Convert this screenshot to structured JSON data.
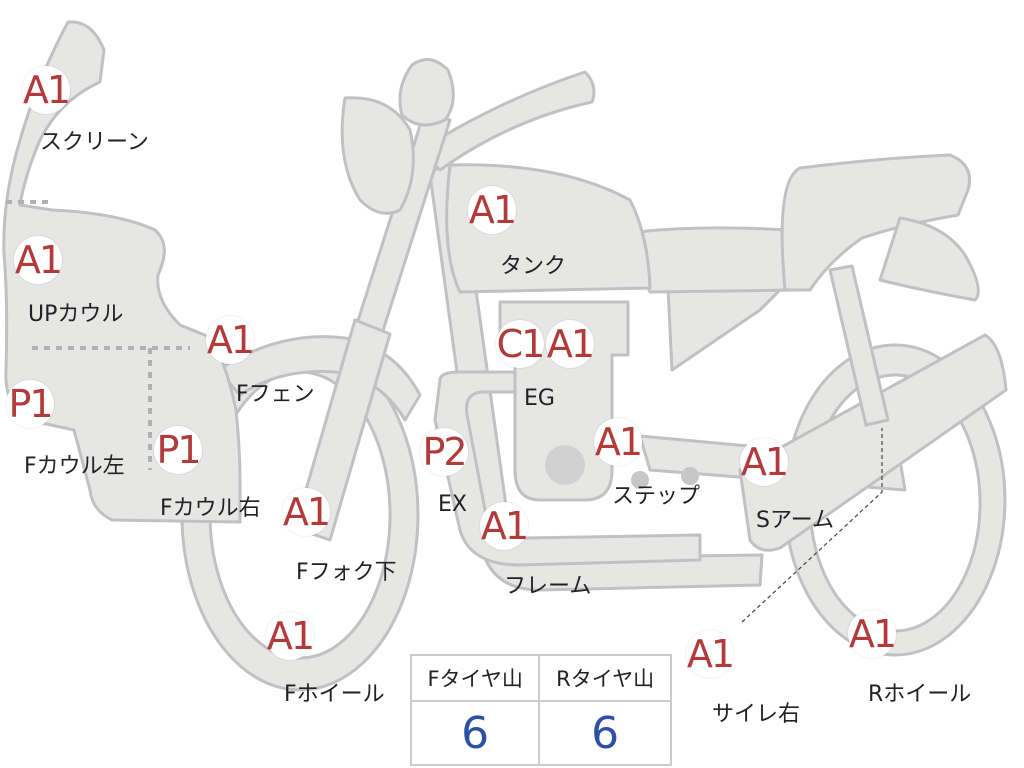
{
  "colors": {
    "part_fill": "#e6e7e5",
    "part_stroke": "#bfc1c3",
    "dotted": "#aeb1b5",
    "code_red": "#b23a3a",
    "value_blue": "#2c4fa8",
    "dark_part": "#d0d1d0"
  },
  "parts": [
    {
      "name": "screen",
      "code": "A1",
      "label": "スクリーン"
    },
    {
      "name": "up-cowl",
      "code": "A1",
      "label": "UPカウル"
    },
    {
      "name": "f-cowl-left",
      "code": "P1",
      "label": "Fカウル左"
    },
    {
      "name": "f-cowl-right",
      "code": "P1",
      "label": "Fカウル右"
    },
    {
      "name": "f-fender",
      "code": "A1",
      "label": "Fフェン"
    },
    {
      "name": "f-fork-lower",
      "code": "A1",
      "label": "Fフォク下"
    },
    {
      "name": "f-wheel",
      "code": "A1",
      "label": "Fホイール"
    },
    {
      "name": "tank",
      "code": "A1",
      "label": "タンク"
    },
    {
      "name": "eg",
      "codes": [
        "C1",
        "A1"
      ],
      "label": "EG"
    },
    {
      "name": "ex",
      "code": "P2",
      "label": "EX"
    },
    {
      "name": "step",
      "code": "A1",
      "label": "ステップ"
    },
    {
      "name": "frame",
      "code": "A1",
      "label": "フレーム"
    },
    {
      "name": "s-arm",
      "code": "A1",
      "label": "Sアーム"
    },
    {
      "name": "silencer-right",
      "code": "A1",
      "label": "サイレ右"
    },
    {
      "name": "r-wheel",
      "code": "A1",
      "label": "Rホイール"
    }
  ],
  "tire_table": {
    "headers": [
      "Fタイヤ山",
      "Rタイヤ山"
    ],
    "values": [
      "6",
      "6"
    ]
  }
}
